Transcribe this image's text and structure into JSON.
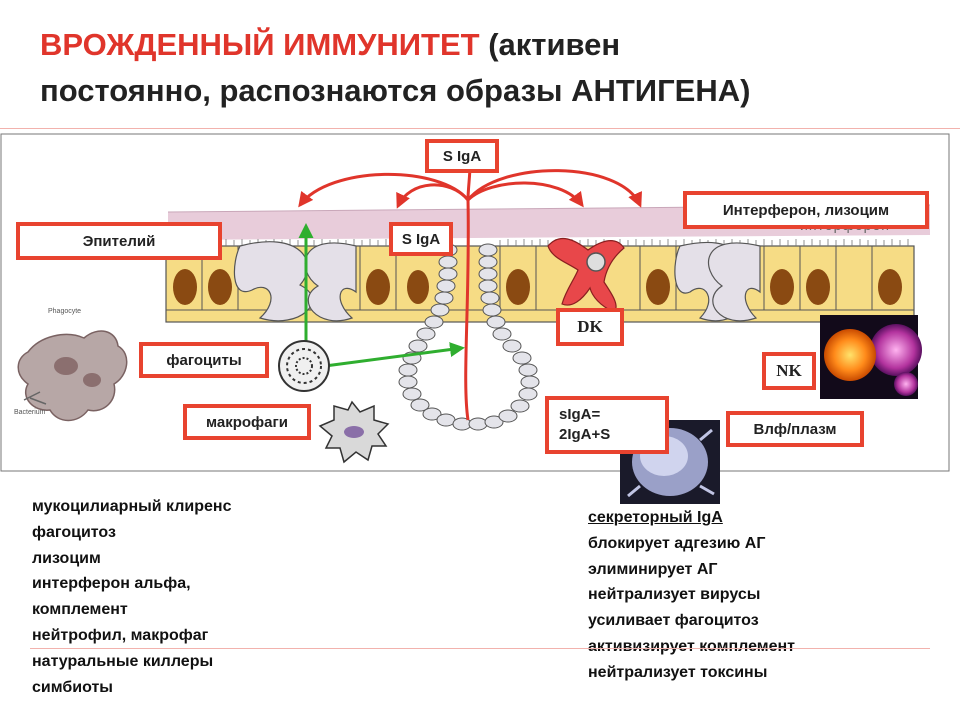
{
  "title": {
    "highlight": "ВРОЖДЕННЫЙ ИММУНИТЕТ",
    "rest_line1": " (активен",
    "line2": "постоянно, распознаются образы АНТИГЕНА)"
  },
  "diagram": {
    "labels": {
      "siga_top": "S IgA",
      "siga_mid": "S IgA",
      "interferon_box": "Интерферон, лизоцим",
      "interferon_band": "интерферон",
      "epithelium": "Эпителий",
      "dk": "DK",
      "phagocytes": "фагоциты",
      "nk": "NK",
      "macrophages": "макрофаги",
      "siga_formula_line1": "sIgA=",
      "siga_formula_line2": "2IgA+S",
      "vlf_plasma": "Влф/плазм"
    },
    "small_text": {
      "macrophage_top": "Phagocyte",
      "macrophage_bottom": "Bacterium"
    }
  },
  "left_list": [
    "мукоцилиарный клиренс",
    "фагоцитоз",
    "лизоцим",
    "интерферон альфа,",
    "комплемент",
    "нейтрофил, макрофаг",
    "натуральные киллеры",
    "симбиоты"
  ],
  "right_list": {
    "heading": "секреторный IgA",
    "items": [
      "блокирует адгезию АГ",
      "элиминирует  АГ",
      "нейтрализует вирусы",
      "усиливает фагоцитоз",
      "активизирует комплемент",
      "нейтрализует токсины"
    ]
  },
  "colors": {
    "accent_red": "#e0352b",
    "box_border": "#e8432f",
    "epithelium_yellow": "#f6dc85",
    "mucus_band": "#e6c7d6",
    "green_arrow": "#2fae2f"
  }
}
